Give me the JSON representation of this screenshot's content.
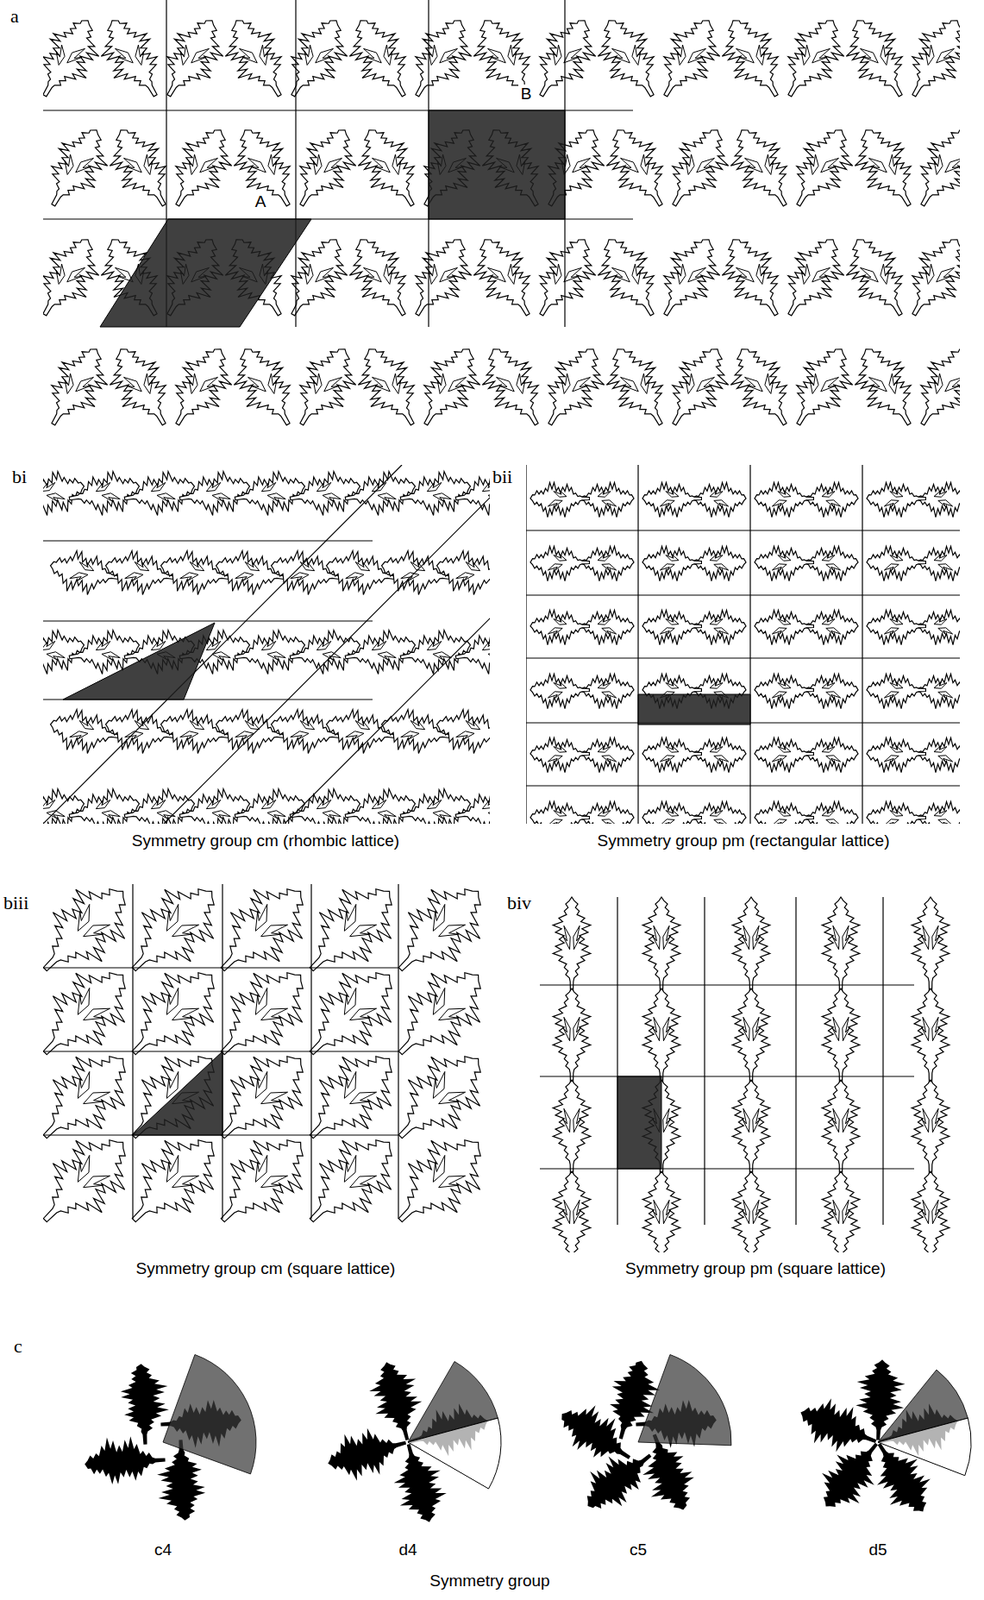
{
  "diagram": {
    "labels": [
      "a",
      "B",
      "A",
      "bi",
      "bii",
      "Symmetry group cm (rhombic lattice)",
      "Symmetry group pm (rectangular lattice)",
      "biii",
      "biv",
      "Symmetry group cm (square lattice)",
      "Symmetry group pm (square lattice)",
      "c",
      "c4",
      "d4",
      "c5",
      "d5",
      "Symmetry group"
    ]
  }
}
